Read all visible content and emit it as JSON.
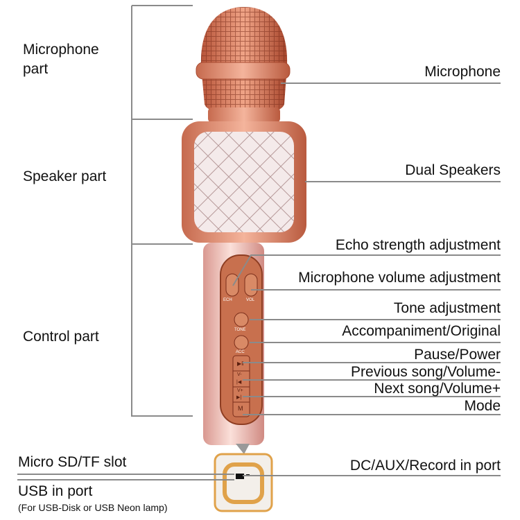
{
  "left_labels": {
    "microphone_part_line1": "Microphone",
    "microphone_part_line2": "part",
    "speaker_part": "Speaker part",
    "control_part": "Control part",
    "micro_sd_slot": "Micro SD/TF slot",
    "usb_in_port": "USB in port",
    "usb_note": "(For USB-Disk or  USB Neon lamp)"
  },
  "right_labels": {
    "microphone": "Microphone",
    "dual_speakers": "Dual Speakers",
    "echo": "Echo strength adjustment",
    "mic_volume": "Microphone volume adjustment",
    "tone": "Tone adjustment",
    "accompaniment": "Accompaniment/Original",
    "pause_power": "Pause/Power",
    "previous": "Previous song/Volume-",
    "next": "Next song/Volume+",
    "mode": "Mode",
    "dc_aux": "DC/AUX/Record in port"
  },
  "buttons": {
    "ech": "ECH",
    "vol": "VOL",
    "tone": "TONE",
    "acc": "ACC",
    "v_minus": "V-",
    "v_plus": "V+",
    "mode": "M"
  },
  "colors": {
    "rose_gold": "#d9826a",
    "pink_body": "#f1b9b0",
    "line_gray": "#8a8a8a",
    "port_orange": "#e0a24a"
  }
}
